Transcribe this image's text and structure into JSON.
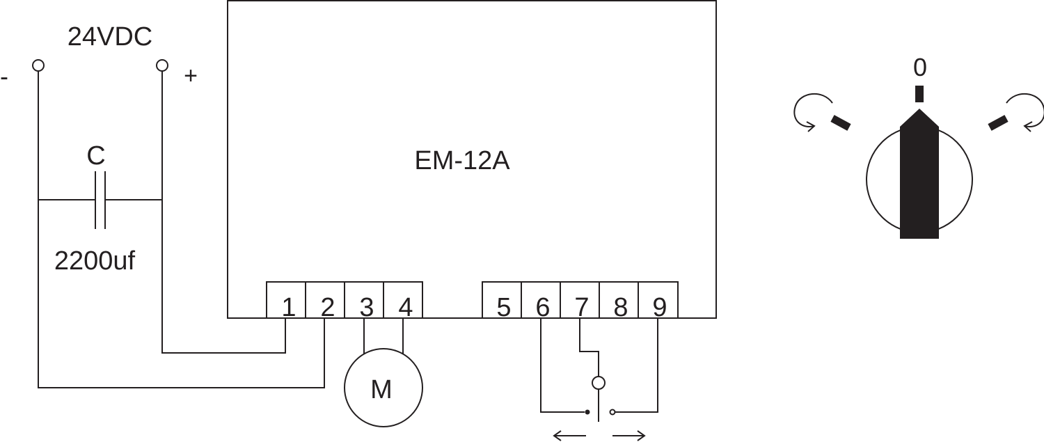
{
  "power": {
    "voltage_label": "24VDC",
    "minus_label": "-",
    "plus_label": "+"
  },
  "capacitor": {
    "name_label": "C",
    "value_label": "2200uf"
  },
  "module": {
    "name": "EM-12A"
  },
  "terminals": [
    "1",
    "2",
    "3",
    "4",
    "5",
    "6",
    "7",
    "8",
    "9"
  ],
  "motor": {
    "label": "M"
  },
  "selector": {
    "center_label": "0"
  },
  "colors": {
    "line": "#231f20",
    "background": "#ffffff"
  }
}
